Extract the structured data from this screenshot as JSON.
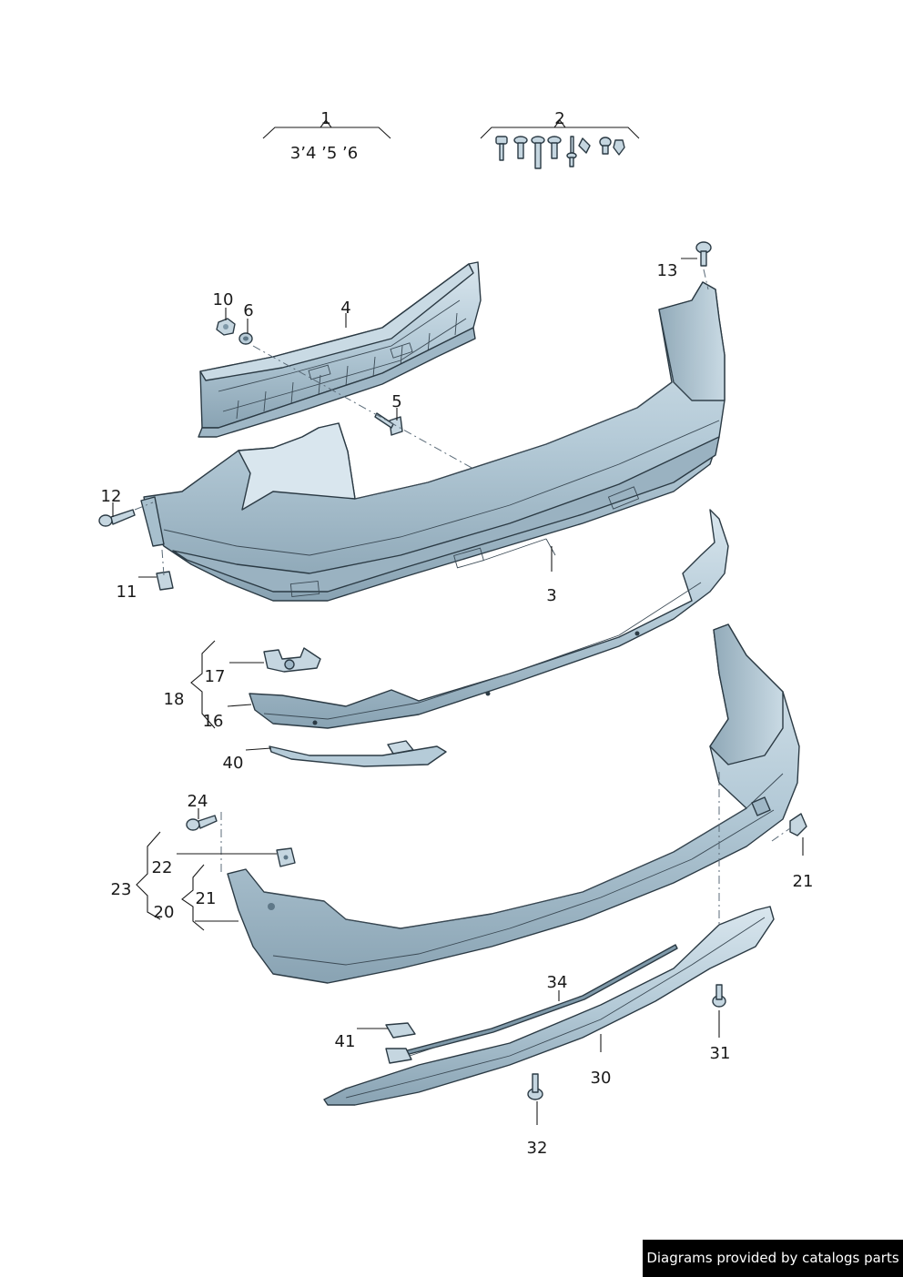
{
  "callouts": {
    "c1": "1",
    "c1_sub": "3’4 ’5 ’6",
    "c2": "2",
    "c3": "3",
    "c4": "4",
    "c5": "5",
    "c6": "6",
    "c10": "10",
    "c11": "11",
    "c12": "12",
    "c13": "13",
    "c16": "16",
    "c17": "17",
    "c18": "18",
    "c20": "20",
    "c21a": "21",
    "c21b": "21",
    "c22": "22",
    "c23": "23",
    "c24": "24",
    "c30": "30",
    "c31": "31",
    "c32": "32",
    "c34": "34",
    "c40": "40",
    "c41": "41"
  },
  "colors": {
    "part_fill": "#b5cbd8",
    "part_light": "#d6e4ec",
    "part_dark": "#7f99a9",
    "line": "#2b3a44"
  },
  "watermark": "Diagrams provided by catalogs parts"
}
